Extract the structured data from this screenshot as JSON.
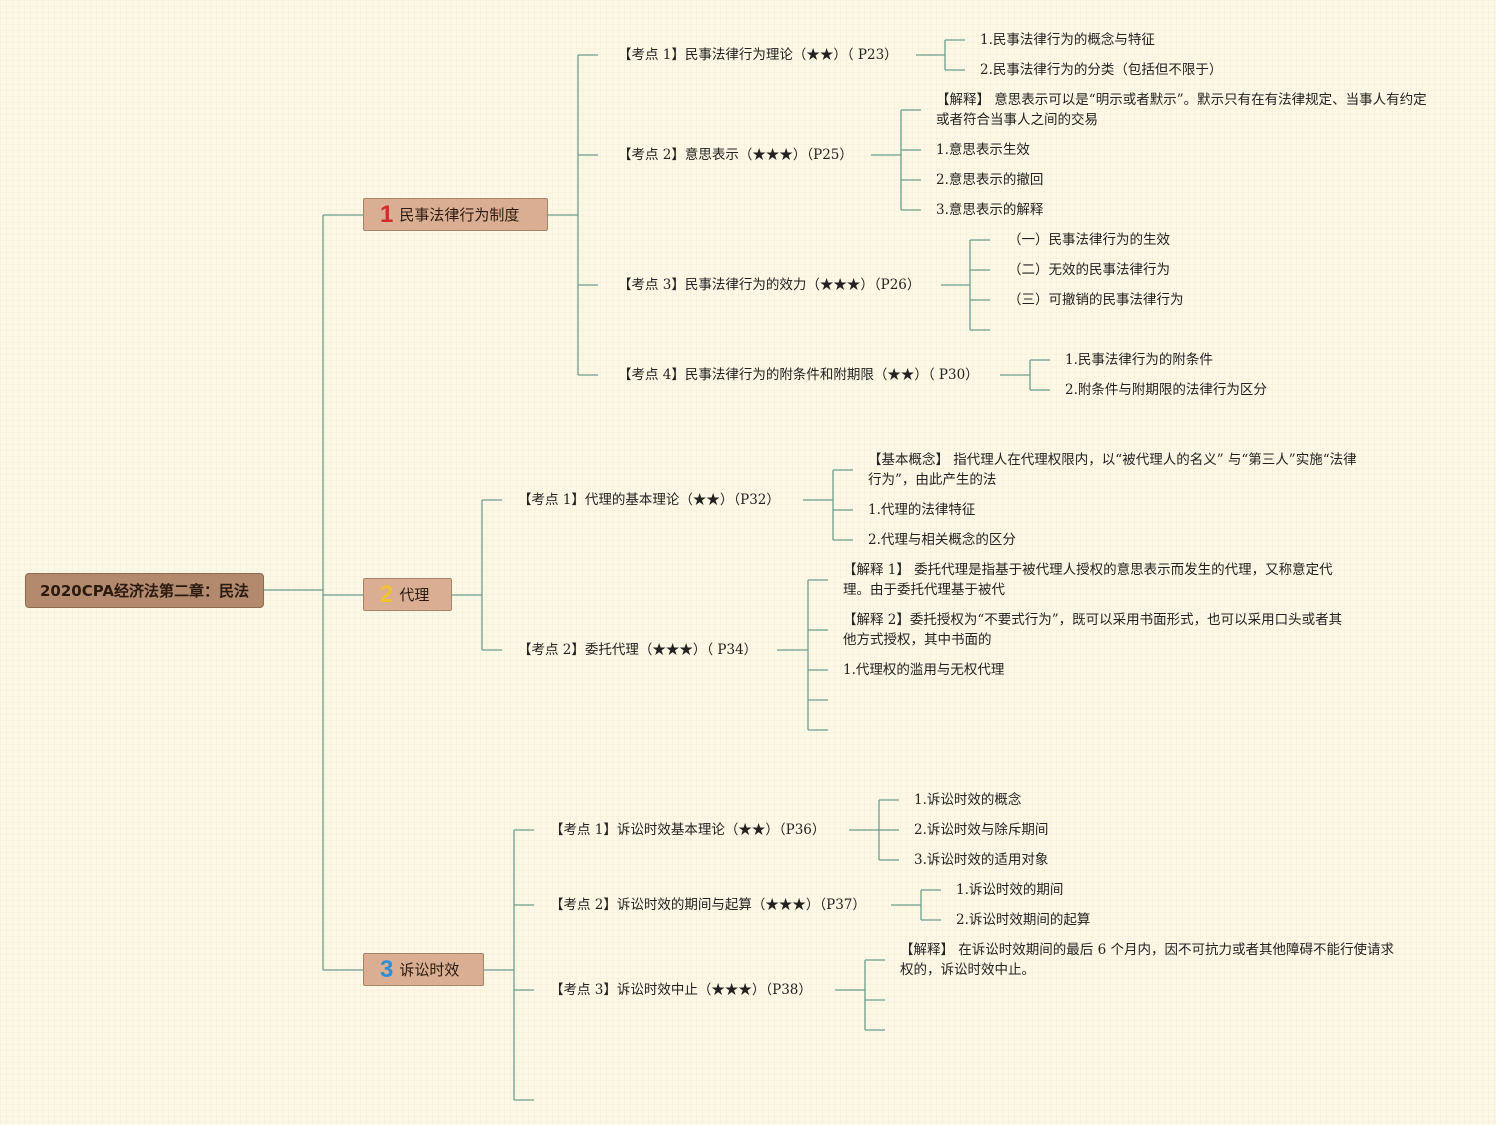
{
  "root": "2020CPA经济法第二章：民法",
  "colors": {
    "line": "#6b9e8f",
    "num1": "#d62b2b",
    "num2": "#f2c230",
    "num3": "#2e8fd6"
  },
  "branches": [
    {
      "number": "1",
      "label": "民事法律行为制度",
      "points": [
        {
          "label": "【考点 1】民事法律行为理论（★★）（ P23）",
          "items": [
            "1.民事法律行为的概念与特征",
            "2.民事法律行为的分类（包括但不限于）"
          ]
        },
        {
          "label": "【考点 2】意思表示（★★★）（P25）",
          "items": [
            "【解释】 意思表示可以是“明示或者默示”。默示只有在有法律规定、当事人有约定或者符合当事人之间的交易",
            "1.意思表示生效",
            "2.意思表示的撤回",
            "3.意思表示的解释"
          ]
        },
        {
          "label": "【考点 3】民事法律行为的效力（★★★）（P26）",
          "items": [
            "（一）民事法律行为的生效",
            "（二）无效的民事法律行为",
            "（三）可撤销的民事法律行为"
          ]
        },
        {
          "label": "【考点 4】民事法律行为的附条件和附期限（★★）（ P30）",
          "items": [
            "1.民事法律行为的附条件",
            "2.附条件与附期限的法律行为区分"
          ]
        }
      ]
    },
    {
      "number": "2",
      "label": "代理",
      "points": [
        {
          "label": "【考点 1】代理的基本理论（★★）（P32）",
          "items": [
            "【基本概念】 指代理人在代理权限内，以“被代理人的名义” 与“第三人”实施“法律行为”，由此产生的法",
            "1.代理的法律特征",
            "2.代理与相关概念的区分"
          ]
        },
        {
          "label": "【考点 2】委托代理（★★★）（ P34）",
          "items": [
            "【解释 1】 委托代理是指基于被代理人授权的意思表示而发生的代理，又称意定代理。由于委托代理基于被代",
            "【解释 2】委托授权为“不要式行为”，既可以采用书面形式，也可以采用口头或者其他方式授权，其中书面的",
            "1.代理权的滥用与无权代理"
          ]
        }
      ]
    },
    {
      "number": "3",
      "label": "诉讼时效",
      "points": [
        {
          "label": "【考点 1】诉讼时效基本理论（★★）（P36）",
          "items": [
            "1.诉讼时效的概念",
            "2.诉讼时效与除斥期间",
            "3.诉讼时效的适用对象"
          ]
        },
        {
          "label": "【考点 2】诉讼时效的期间与起算（★★★）（P37）",
          "items": [
            "1.诉讼时效的期间",
            "2.诉讼时效期间的起算"
          ]
        },
        {
          "label": "【考点 3】诉讼时效中止（★★★）（P38）",
          "items": [
            "【解释】 在诉讼时效期间的最后 6 个月内，因不可抗力或者其他障碍不能行使请求权的，诉讼时效中止。"
          ]
        }
      ]
    }
  ]
}
